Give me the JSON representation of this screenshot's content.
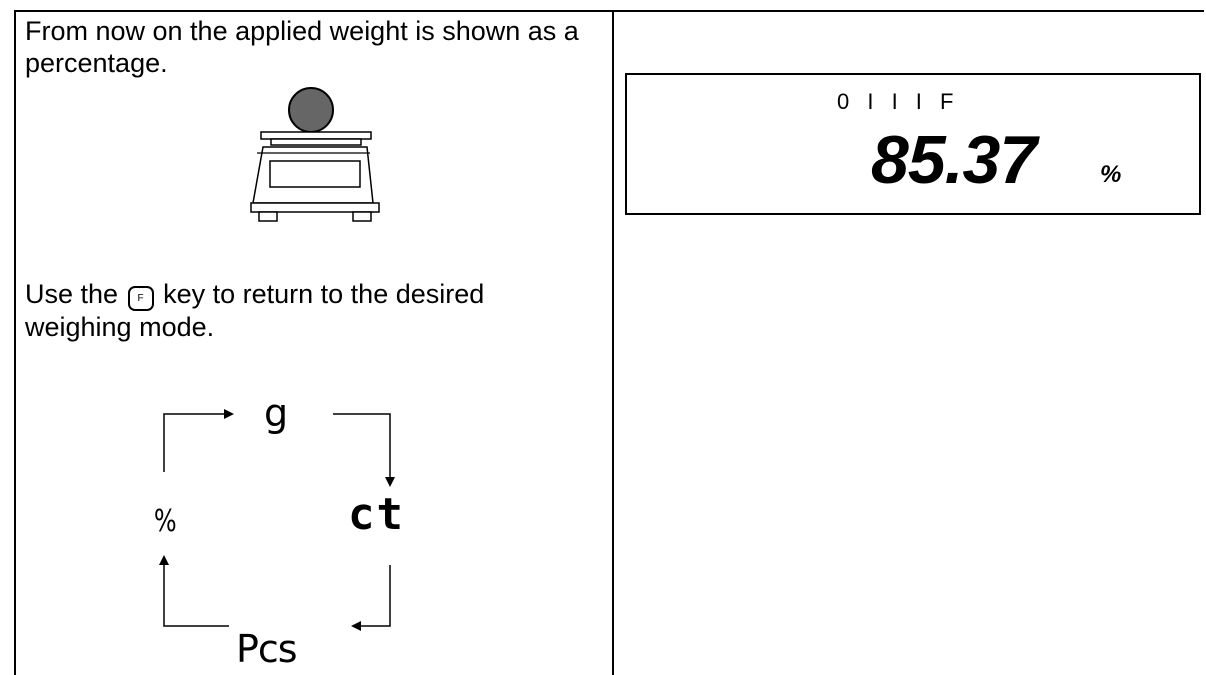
{
  "left_column": {
    "intro_text": "From now on the applied weight is shown as a percentage.",
    "instruction_before_key": "Use the",
    "key_label": "F",
    "instruction_after_key": "key to return to the desired weighing mode."
  },
  "cycle_diagram": {
    "modes": {
      "g": "g",
      "ct": "ct",
      "pcs": "Pcs",
      "percent": "%"
    },
    "sequence": [
      "g",
      "ct",
      "Pcs",
      "%"
    ]
  },
  "display": {
    "indicator": "0 I I I F",
    "value": "85.37",
    "unit": "%"
  },
  "icons": [
    "balance-scale-icon",
    "f-key-icon",
    "arrow-icon"
  ]
}
